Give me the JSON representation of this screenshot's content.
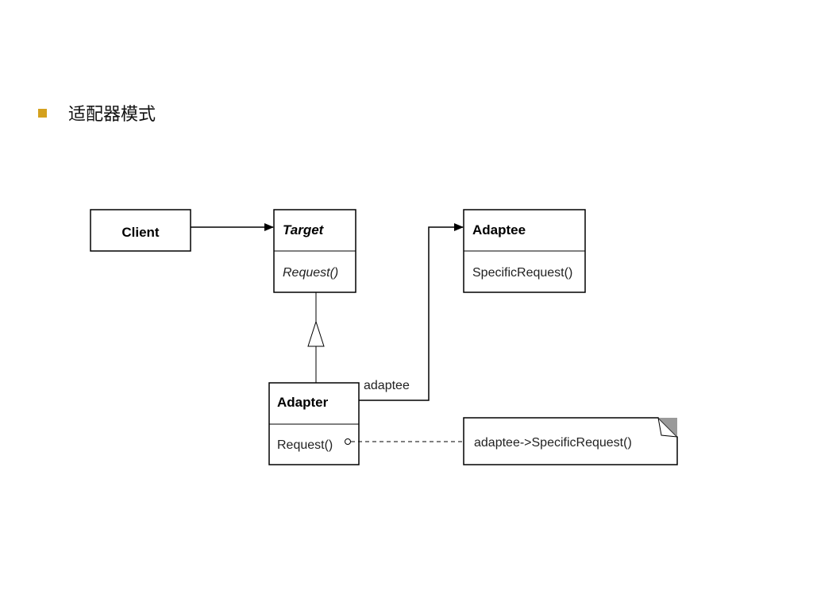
{
  "heading": {
    "text": "适配器模式",
    "bullet_color": "#d4a11e"
  },
  "diagram": {
    "client": {
      "name": "Client"
    },
    "target": {
      "name": "Target",
      "operation": "Request()"
    },
    "adaptee": {
      "name": "Adaptee",
      "operation": "SpecificRequest()"
    },
    "adapter": {
      "name": "Adapter",
      "operation": "Request()"
    },
    "association_label": "adaptee",
    "note": {
      "text": "adaptee->SpecificRequest()"
    }
  }
}
